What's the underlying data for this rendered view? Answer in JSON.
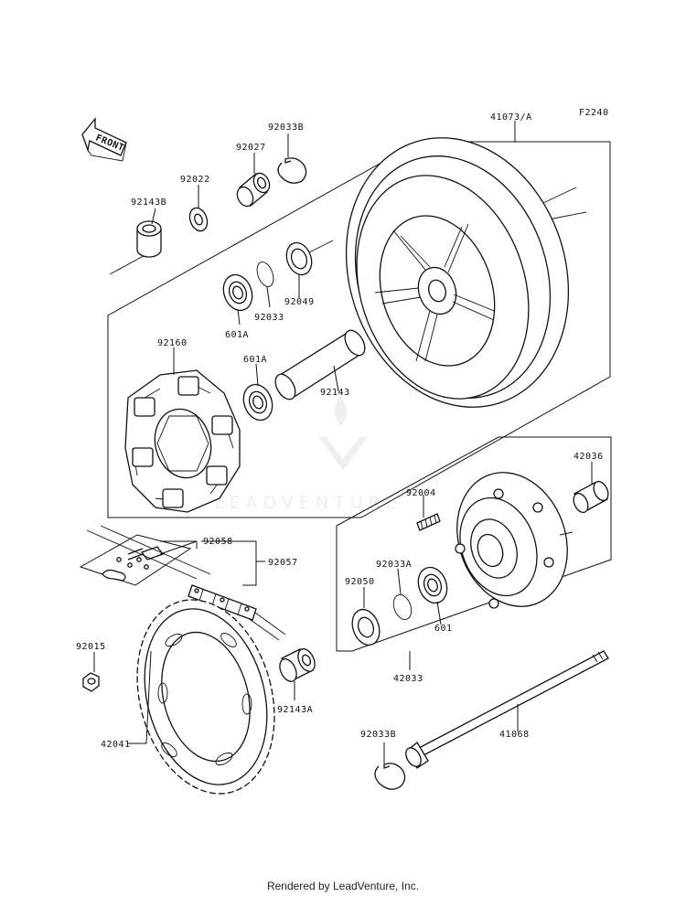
{
  "figure_code": "F2240",
  "front_label": "FRONT",
  "watermark": "LEADVENTURE",
  "footer": "Rendered by LeadVenture, Inc.",
  "callouts": {
    "c41073A": "41073/A",
    "c92033B_top": "92033B",
    "c92027": "92027",
    "c92022": "92022",
    "c92143B": "92143B",
    "c92049": "92049",
    "c92033": "92033",
    "c601A_top": "601A",
    "c92160": "92160",
    "c601A_mid": "601A",
    "c92143": "92143",
    "c42036": "42036",
    "c92004": "92004",
    "c92058": "92058",
    "c92057": "92057",
    "c92033A": "92033A",
    "c92050": "92050",
    "c601": "601",
    "c42033": "42033",
    "c92015": "92015",
    "c92143A": "92143A",
    "c42041": "42041",
    "c92033B_bot": "92033B",
    "c41068": "41068"
  }
}
